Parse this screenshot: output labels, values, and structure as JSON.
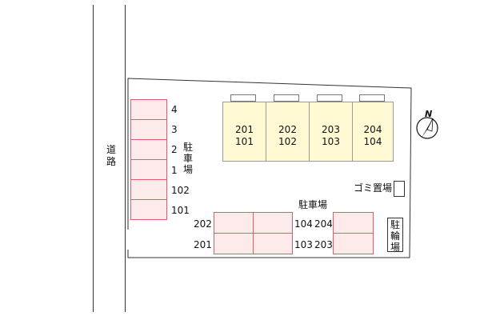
{
  "road": {
    "label": "道路"
  },
  "left_slots": [
    "4",
    "3",
    "2",
    "1",
    "102",
    "101"
  ],
  "left_parking_label": "駐車場",
  "buildings": [
    {
      "upper": "201",
      "lower": "101"
    },
    {
      "upper": "202",
      "lower": "102"
    },
    {
      "upper": "203",
      "lower": "103"
    },
    {
      "upper": "204",
      "lower": "104"
    }
  ],
  "bottom_parking_label": "駐車場",
  "garbage_label": "ゴミ置場",
  "bicycle_label": "駐輪場",
  "bottom_slots": {
    "left_upper": "202",
    "left_lower": "201",
    "mid_upper": "104",
    "mid_lower": "103",
    "right_upper": "204",
    "right_lower": "203"
  },
  "compass": {
    "label": "N"
  },
  "colors": {
    "slot_border": "#e15b6a",
    "slot_fill": "#fdeaea",
    "building_fill": "#fffad4"
  }
}
